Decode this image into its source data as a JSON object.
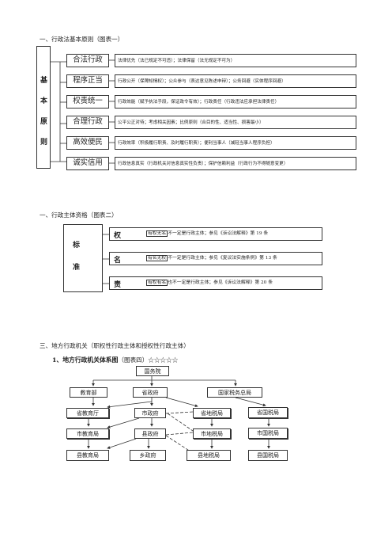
{
  "section1": {
    "heading": "一、行政法基本原则（图表一）",
    "side_label": [
      "基",
      "本",
      "原",
      "则"
    ],
    "principles": [
      {
        "name": "合法行政",
        "desc": "法律优先（法已规定不可违）；法律保留（法无规定不可为）"
      },
      {
        "name": "程序正当",
        "desc": "行政公开（保障知情权）；公众参与（表达意见陈述申辩）；公务回避（实体程序回避）"
      },
      {
        "name": "权责统一",
        "desc": "行政效能（赋予执法手段，保证政令有效）；行政责任（行政违法应承担法律责任）"
      },
      {
        "name": "合理行政",
        "desc": "公平公正对待；考虑相关因素；比例原则（合目的性、适当性、损害最小）"
      },
      {
        "name": "高效便民",
        "desc": "行政效率（积极履行职责、及时履行职责）；便利当事人（减轻当事人程序负担）"
      },
      {
        "name": "诚实信用",
        "desc": "行政信息真实（行政机关对信息真实性负责）；保护信赖利益（行政行为不得随意变更）"
      }
    ]
  },
  "section2": {
    "heading": "一、行政主体资格（图表二）",
    "side_label": [
      "标",
      "准"
    ],
    "rows": [
      {
        "label": "权",
        "highlight": "有权无名",
        "text": "不一定是行政主体；参见《诉讼法解释》第 19 条"
      },
      {
        "label": "名",
        "highlight": "有名无权",
        "text": "不一定是行政主体；参见《复议法实施条例》第 13 条"
      },
      {
        "label": "责",
        "highlight": "有权有名",
        "text": "也不一定是行政主体；参见《诉讼法解释》第 20 条"
      }
    ]
  },
  "section3": {
    "heading": "三、地方行政机关（职权性行政主体和授权性行政主体）",
    "subheading": "1、地方行政机关体系图",
    "subheading_note": "（图表四）☆☆☆☆☆",
    "orgs": {
      "state_council": "国务院",
      "ministry_education": "教育部",
      "provincial_gov": "省政府",
      "state_tax": "国家税务总局",
      "prov_education": "省教育厅",
      "city_gov": "市政府",
      "prov_local_tax": "省地税局",
      "prov_national_tax": "省国税局",
      "city_education": "市教育局",
      "county_gov": "县政府",
      "city_local_tax": "市地税局",
      "city_national_tax": "市国税局",
      "county_education": "县教育局",
      "town_gov": "乡政府",
      "county_local_tax": "县地税局",
      "county_national_tax": "县国税局"
    }
  }
}
